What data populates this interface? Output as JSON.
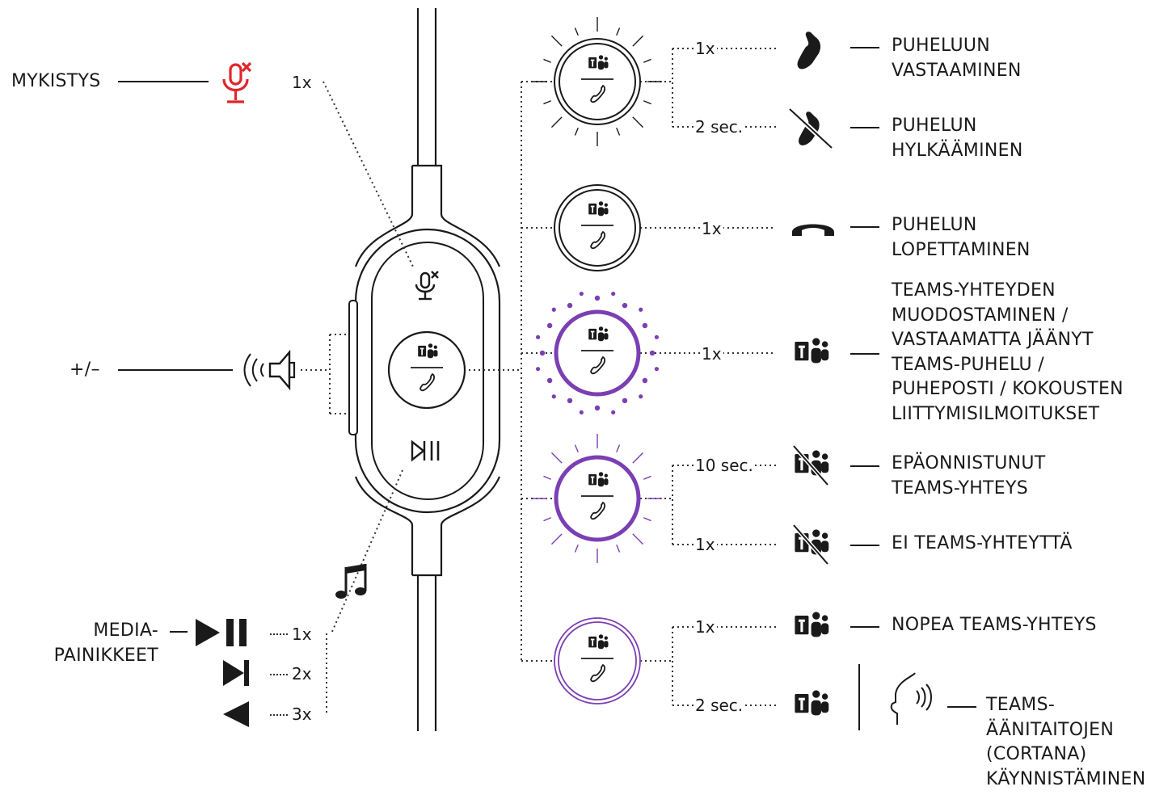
{
  "colors": {
    "ink": "#1a1a1a",
    "mute_red": "#e0262b",
    "teams_purple": "#7b3fb3"
  },
  "left": {
    "mute": {
      "label": "MYKISTYS",
      "count": "1x",
      "icon": "mic-mute-icon"
    },
    "volume": {
      "label": "+/–",
      "icon": "speaker-icon"
    },
    "media": {
      "label": "MEDIA-\nPAINIKKEET",
      "music_icon": "music-note-icon",
      "rows": [
        {
          "icon": "play-pause-icon",
          "count": "1x"
        },
        {
          "icon": "next-track-icon",
          "count": "2x"
        },
        {
          "icon": "previous-track-icon",
          "count": "3x"
        }
      ]
    }
  },
  "states": [
    {
      "ring": "rays-black",
      "actions": [
        {
          "count": "1x",
          "icon": "phone-answer-icon",
          "label": "PUHELUUN\nVASTAAMINEN"
        },
        {
          "count": "2 sec.",
          "icon": "phone-decline-icon",
          "label": "PUHELUN\nHYLKÄÄMINEN"
        }
      ]
    },
    {
      "ring": "solid-black",
      "actions": [
        {
          "count": "1x",
          "icon": "phone-hangup-icon",
          "label": "PUHELUN\nLOPETTAMINEN"
        }
      ]
    },
    {
      "ring": "purple-pulse",
      "actions": [
        {
          "count": "1x",
          "icon": "teams-icon",
          "label": "TEAMS-YHTEYDEN\nMUODOSTAMINEN /\nVASTAAMATTA JÄÄNYT\nTEAMS-PUHELU /\nPUHEPOSTI / KOKOUSTEN\nLIITTYMISILMOITUKSET"
        }
      ]
    },
    {
      "ring": "purple-rays",
      "actions": [
        {
          "count": "10 sec.",
          "icon": "teams-disabled-icon",
          "label": "EPÄONNISTUNUT\nTEAMS-YHTEYS"
        },
        {
          "count": "1x",
          "icon": "teams-disabled-icon",
          "label": "EI TEAMS-YHTEYTTÄ"
        }
      ]
    },
    {
      "ring": "purple-double",
      "actions": [
        {
          "count": "1x",
          "icon": "teams-icon",
          "label": "NOPEA TEAMS-YHTEYS"
        },
        {
          "count": "2 sec.",
          "icon": "teams-icon",
          "label": "TEAMS-\nÄÄNITAITOJEN\n(CORTANA)\nKÄYNNISTÄMINEN",
          "extra_icon": "voice-speaking-icon"
        }
      ]
    }
  ]
}
